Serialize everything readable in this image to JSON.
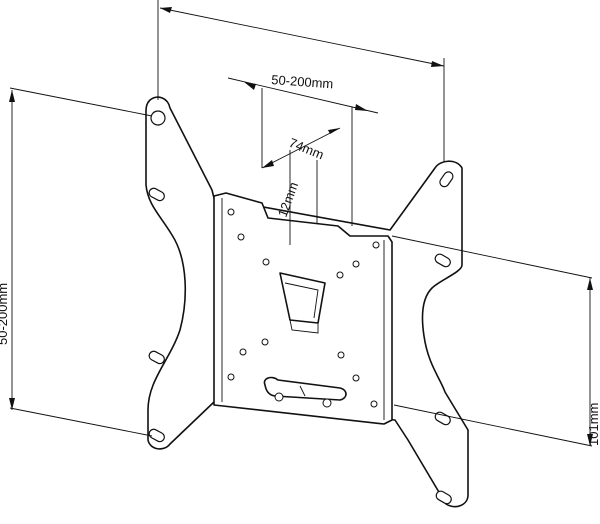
{
  "dimensions": {
    "top_width": "50-200mm",
    "bracket_depth": "74mm",
    "plate_offset": "12mm",
    "left_height": "50-200mm",
    "right_height": "101mm"
  }
}
